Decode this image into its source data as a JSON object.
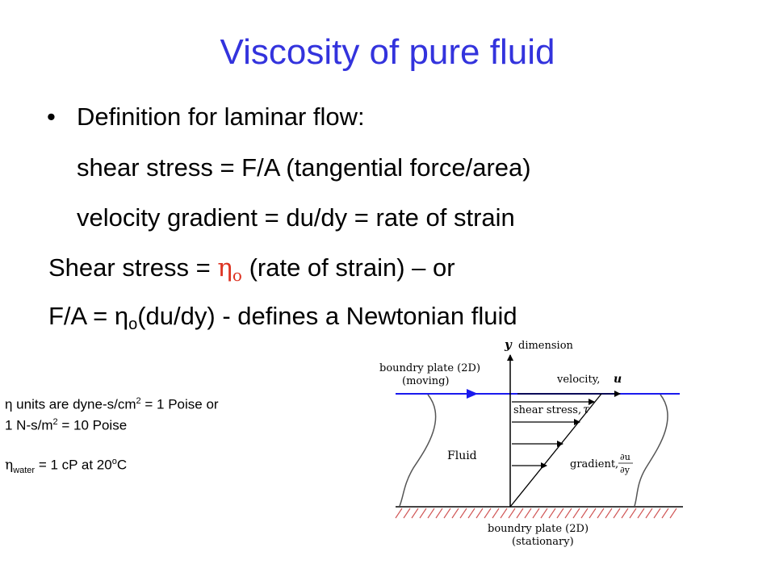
{
  "slide": {
    "title": "Viscosity of pure fluid",
    "bullet": "Definition for laminar flow:",
    "line2": "shear stress = F/A (tangential force/area)",
    "line3": "velocity gradient = du/dy = rate of strain",
    "line4_pre": "Shear stress = ",
    "line4_eta": "η",
    "line4_eta_sub": "o",
    "line4_post": " (rate of strain) – or",
    "line5_pre": "F/A = η",
    "line5_sub": "o",
    "line5_post": "(du/dy) -  defines a Newtonian fluid"
  },
  "notes": {
    "units_a": "η units are dyne-s/cm",
    "units_a_sup": "2",
    "units_a_post": " = 1 Poise or",
    "units_b": "1 N-s/m",
    "units_b_sup": "2",
    "units_b_post": " = 10 Poise",
    "water_eta": "η",
    "water_sub": "water",
    "water_post": " = 1 cP at 20",
    "water_sup": "o",
    "water_end": "C"
  },
  "diagram": {
    "y_label": "y",
    "dimension": "dimension",
    "top_plate_1": "boundry plate (2D)",
    "top_plate_2": "(moving)",
    "velocity": "velocity,",
    "velocity_u": "u",
    "shear": "shear stress,",
    "tau": "τ",
    "fluid": "Fluid",
    "gradient": "gradient,",
    "du": "∂u",
    "dy": "∂y",
    "bottom_plate_1": "boundry plate (2D)",
    "bottom_plate_2": "(stationary)",
    "velocity_line_color": "#1a1aee"
  }
}
